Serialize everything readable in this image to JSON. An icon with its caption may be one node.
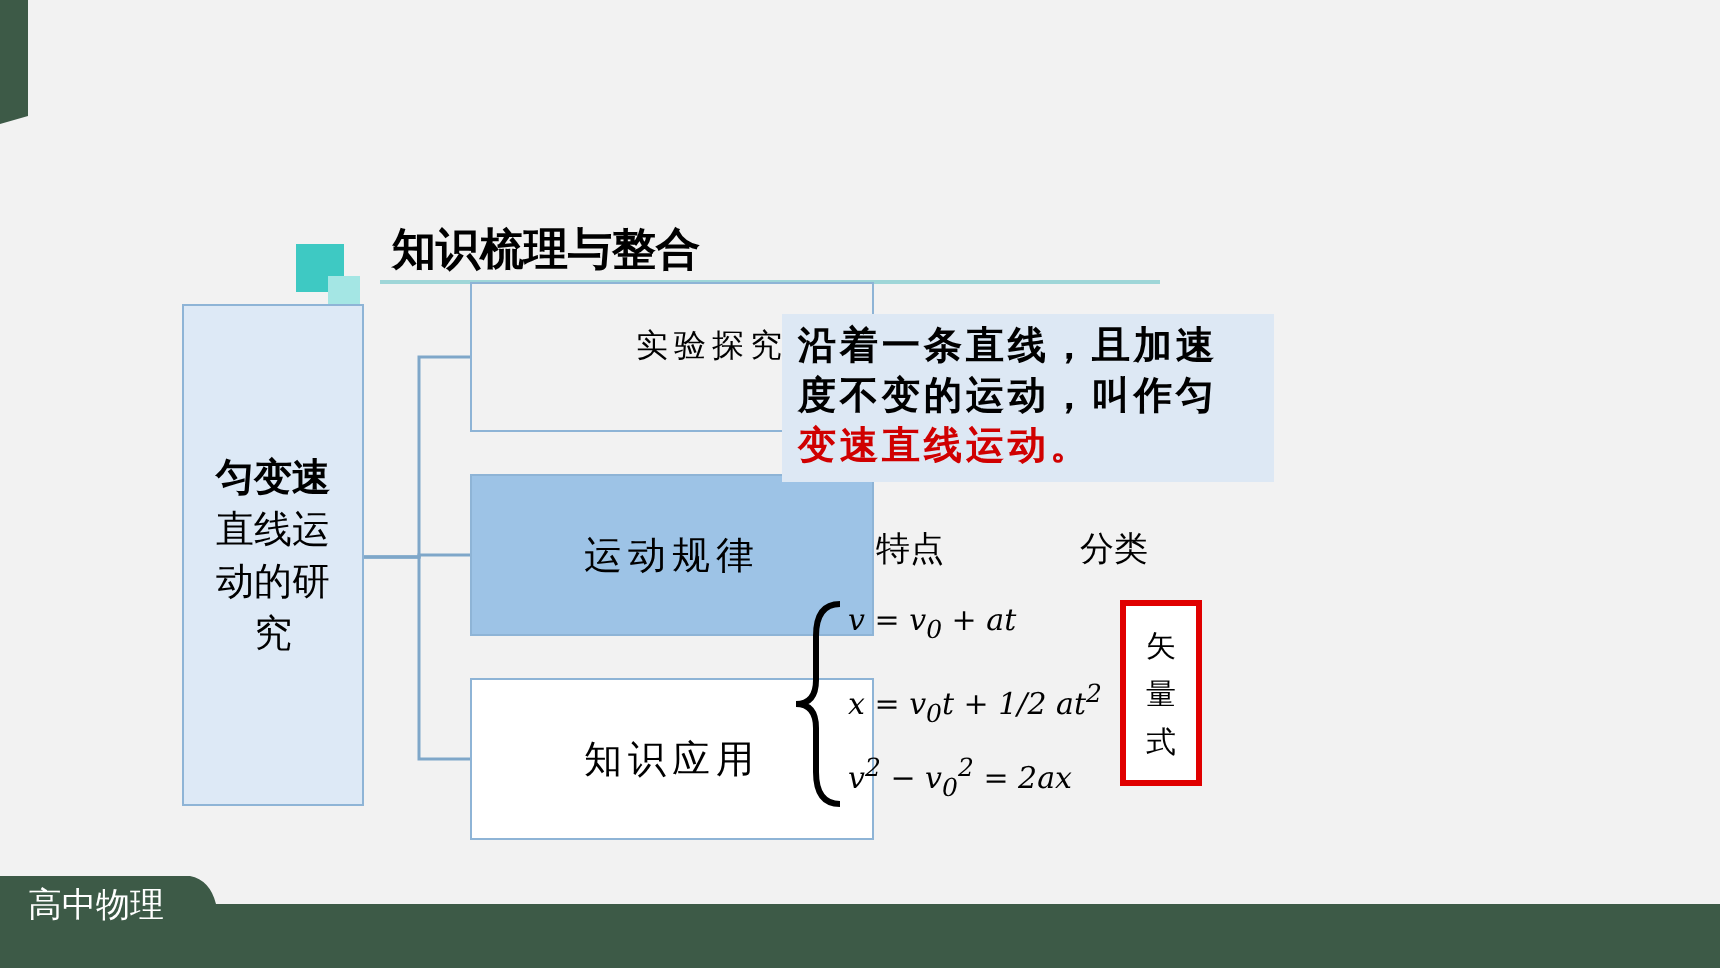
{
  "diagram": {
    "title": "知识梳理与整合",
    "nodes": [
      {
        "text": [
          "**匀变速**直线运动的研究"
        ]
      },
      {
        "text": [
          "实验探究"
        ]
      },
      {
        "text": [
          "运动规律"
        ]
      },
      {
        "text": [
          "知识应用"
        ]
      },
      {
        "text": [
          "沿着一条直线，且加速度不变的运动，叫作匀",
          "变速直线运动。"
        ]
      },
      {
        "text": [
          "矢量式"
        ]
      }
    ],
    "edges": [
      {
        "from": 0,
        "to": 1,
        "arrow": "none"
      },
      {
        "from": 0,
        "to": 2,
        "arrow": "none"
      },
      {
        "from": 0,
        "to": 3,
        "arrow": "none"
      }
    ],
    "labels": [
      "特点",
      "分类",
      "v = v$_{0}$ + at",
      "x = v$_{0}$t + 1/2 at$^{2}$",
      "v$^{2}$ − v$_{0}$$^{2}$ = 2ax",
      "高中物理"
    ]
  }
}
